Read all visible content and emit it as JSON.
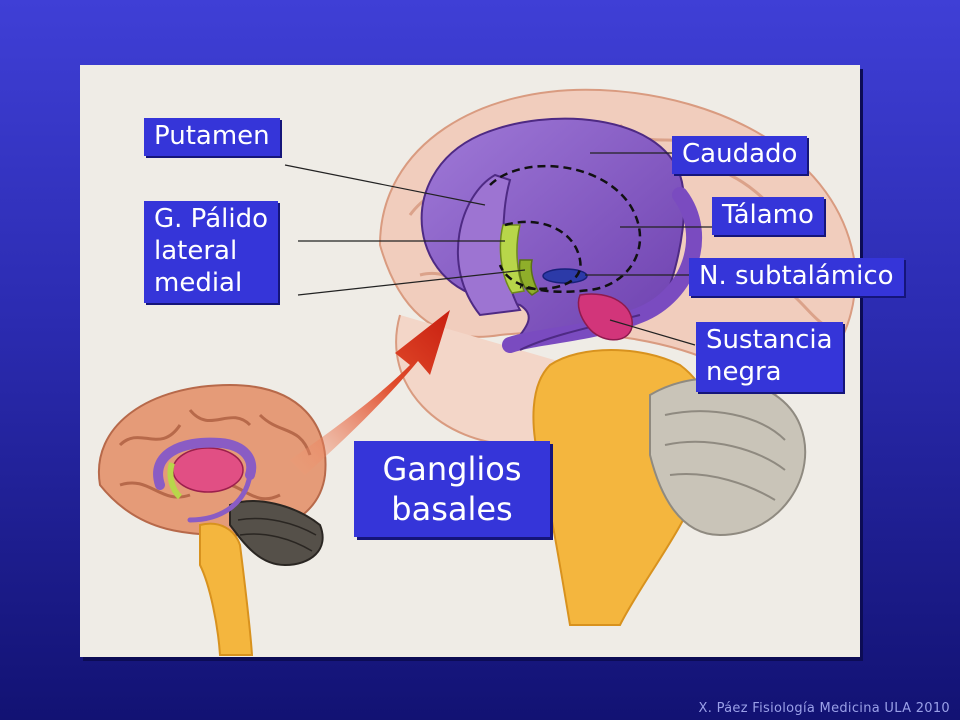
{
  "labels": {
    "putamen": "Putamen",
    "globus_pallidus": [
      "G. Pálido",
      "lateral",
      "medial"
    ],
    "caudate": "Caudado",
    "thalamus": "Tálamo",
    "subthalamic": "N. subtalámico",
    "substantia_nigra": [
      "Sustancia",
      "negra"
    ]
  },
  "title": [
    "Ganglios",
    "basales"
  ],
  "credit": "X. Páez Fisiología Medicina ULA 2010",
  "colors": {
    "background": "#2b2bb0",
    "label_box": "#3535d9",
    "panel": "#efece6",
    "caudate_putamen": "#8a5cc4",
    "thalamus": "#e0407a",
    "pallidus": "#a6c93a",
    "subthalamic": "#2c3aa8",
    "brainstem": "#f3b640",
    "cortex": "#e9a98c",
    "arrow": "#d8341e"
  }
}
